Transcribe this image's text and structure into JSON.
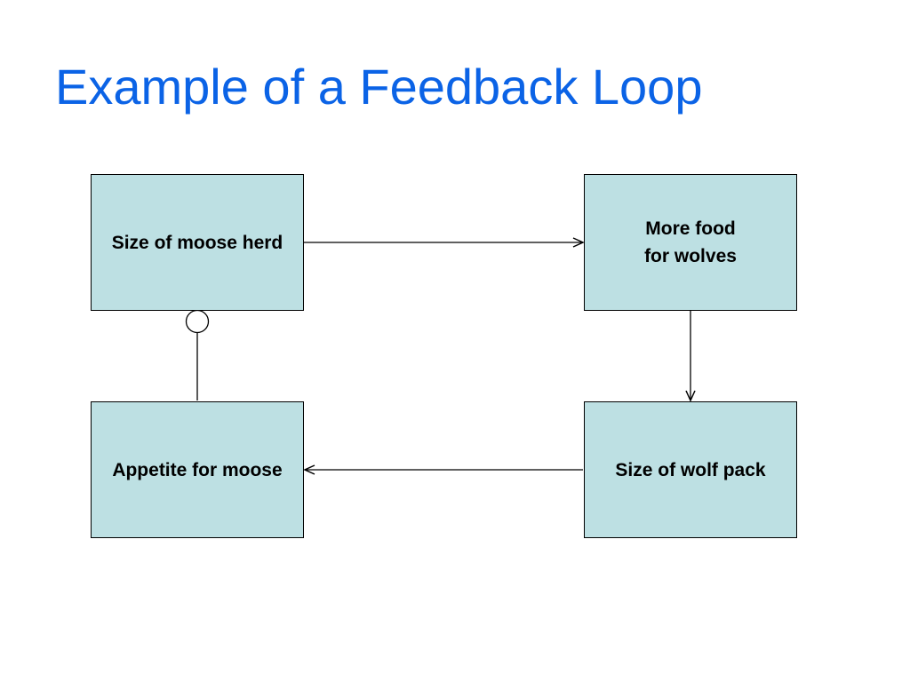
{
  "slide": {
    "title": "Example of a Feedback Loop"
  },
  "diagram": {
    "box_fill": "#bde0e3",
    "line_color": "#000000",
    "nodes": [
      {
        "id": "moose-herd",
        "label": "Size of moose herd"
      },
      {
        "id": "food",
        "label": "More food\nfor wolves"
      },
      {
        "id": "wolf-pack",
        "label": "Size of wolf pack"
      },
      {
        "id": "appetite",
        "label": "Appetite for moose"
      }
    ],
    "edges": [
      {
        "from": "moose-herd",
        "to": "food",
        "marker": "arrow"
      },
      {
        "from": "food",
        "to": "wolf-pack",
        "marker": "arrow"
      },
      {
        "from": "wolf-pack",
        "to": "appetite",
        "marker": "arrow"
      },
      {
        "from": "appetite",
        "to": "moose-herd",
        "marker": "circle"
      }
    ]
  }
}
